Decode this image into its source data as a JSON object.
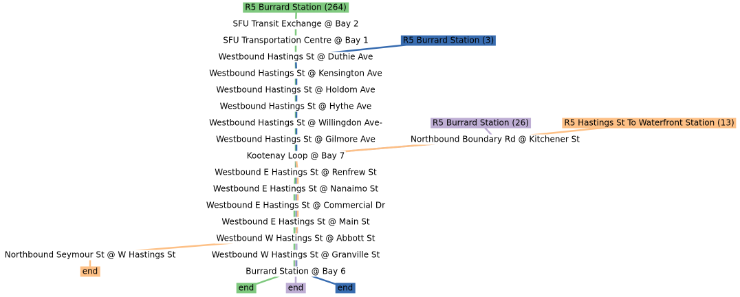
{
  "colors": {
    "green": "#7fc97f",
    "blue": "#386cb0",
    "purple": "#beaed4",
    "orange": "#fdc086"
  },
  "routes": {
    "r264": "R5 Burrard Station (264)",
    "r3": "R5 Burrard Station (3)",
    "r26": "R5 Burrard Station (26)",
    "r13": "R5 Hastings St To Waterfront Station (13)"
  },
  "stops": {
    "s01": "SFU Transit Exchange @ Bay 2",
    "s02": "SFU Transportation Centre @ Bay 1",
    "s03": "Westbound Hastings St @ Duthie Ave",
    "s04": "Westbound Hastings St @ Kensington Ave",
    "s05": "Westbound Hastings St @ Holdom Ave",
    "s06": "Westbound Hastings St @ Hythe Ave",
    "s07": "Westbound Hastings St @ Willingdon Ave-",
    "s08": "Westbound Hastings St @ Gilmore Ave",
    "s09": "Kootenay Loop @ Bay 7",
    "s10": "Westbound E Hastings St @ Renfrew St",
    "s11": "Westbound E Hastings St @ Nanaimo St",
    "s12": "Westbound E Hastings St @ Commercial Dr",
    "s13": "Westbound E Hastings St @ Main St",
    "s14": "Westbound W Hastings St @ Abbott St",
    "s15": "Westbound W Hastings St @ Granville St",
    "s16": "Burrard Station @ Bay 6",
    "boundary": "Northbound Boundary Rd @ Kitchener St",
    "seymour": "Northbound Seymour St @ W Hastings St"
  },
  "ends": {
    "orange_left": "end",
    "green": "end",
    "purple": "end",
    "blue": "end"
  }
}
